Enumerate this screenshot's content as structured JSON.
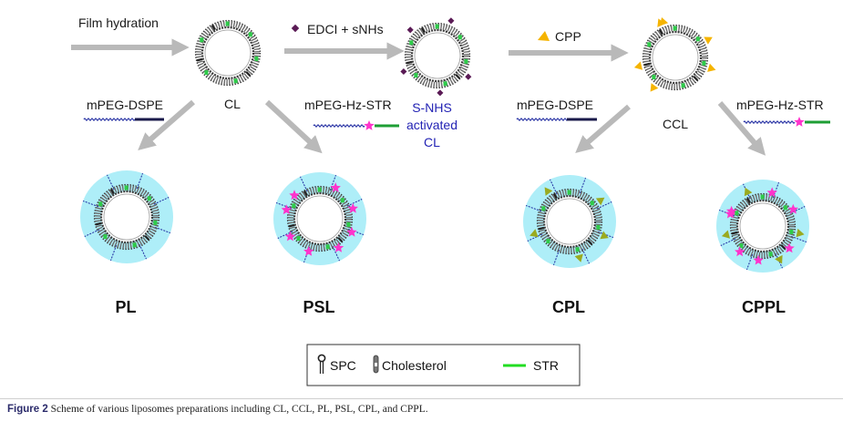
{
  "steps": {
    "film_hydration": "Film hydration",
    "edci": "EDCI + sNHs",
    "cpp": "CPP",
    "cl": "CL",
    "snhs": [
      "S-NHS",
      "activated",
      "CL"
    ],
    "ccl": "CCL",
    "mpeg_dspe_1": "mPEG-DSPE",
    "mpeg_hz_str_1": "mPEG-Hz-STR",
    "mpeg_dspe_2": "mPEG-DSPE",
    "mpeg_hz_str_2": "mPEG-Hz-STR"
  },
  "products": [
    "PL",
    "PSL",
    "CPL",
    "CPPL"
  ],
  "legend": {
    "spc": "SPC",
    "cholesterol": "Cholesterol",
    "str": "STR"
  },
  "caption": {
    "label": "Figure 2",
    "text": "Scheme of various liposomes preparations including CL, CCL, PL, PSL, CPL, and CPPL."
  },
  "colors": {
    "arrow": "#b9b9b9",
    "peg_halo": "#aeeef8",
    "peg_chain": "#1f2aa0",
    "star": "#ff33cc",
    "cpp": "#f5b400",
    "cpp_green": "#9aaa1f",
    "str": "#1e9e34",
    "nhs": "#5a1a55",
    "cholesterol": "#2ecc4a"
  }
}
